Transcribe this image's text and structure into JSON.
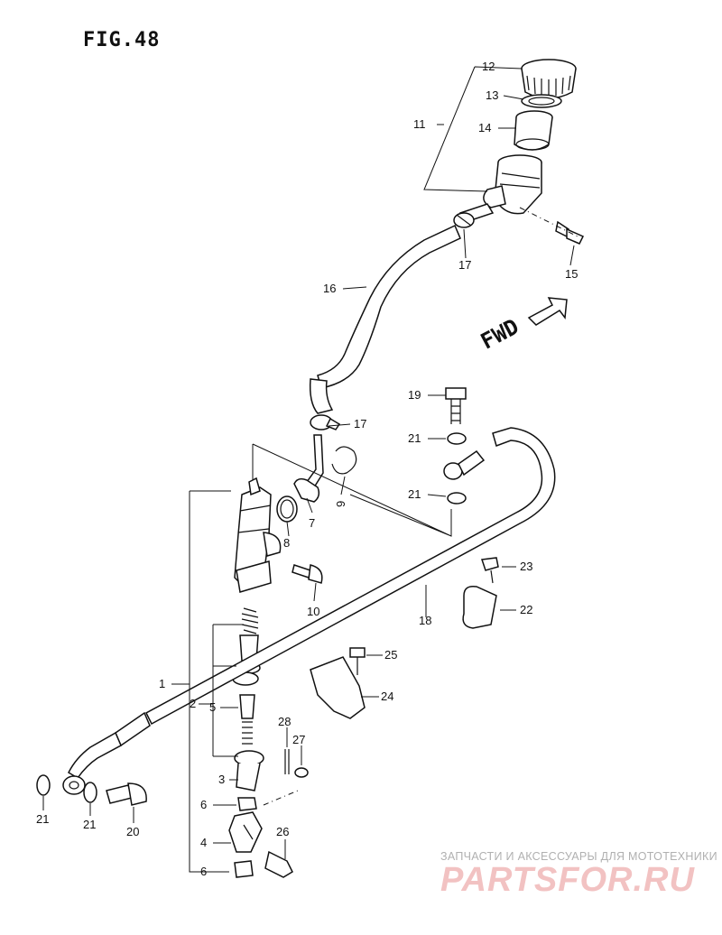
{
  "figure": {
    "title": "FIG.48",
    "direction_label": "FWD"
  },
  "watermark": {
    "line1": "ЗАПЧАСТИ И АКСЕССУАРЫ ДЛЯ МОТОТЕХНИКИ",
    "line2": "PARTSFOR.RU"
  },
  "callouts": {
    "c1": "1",
    "c2": "2",
    "c3": "3",
    "c4": "4",
    "c5": "5",
    "c6a": "6",
    "c6b": "6",
    "c7": "7",
    "c8": "8",
    "c9": "9",
    "c10": "10",
    "c11": "11",
    "c12": "12",
    "c13": "13",
    "c14": "14",
    "c15": "15",
    "c16": "16",
    "c17a": "17",
    "c17b": "17",
    "c18": "18",
    "c19": "19",
    "c20": "20",
    "c21a": "21",
    "c21b": "21",
    "c21c": "21",
    "c21d": "21",
    "c22": "22",
    "c23": "23",
    "c24": "24",
    "c25": "25",
    "c26": "26",
    "c27": "27",
    "c28": "28"
  }
}
